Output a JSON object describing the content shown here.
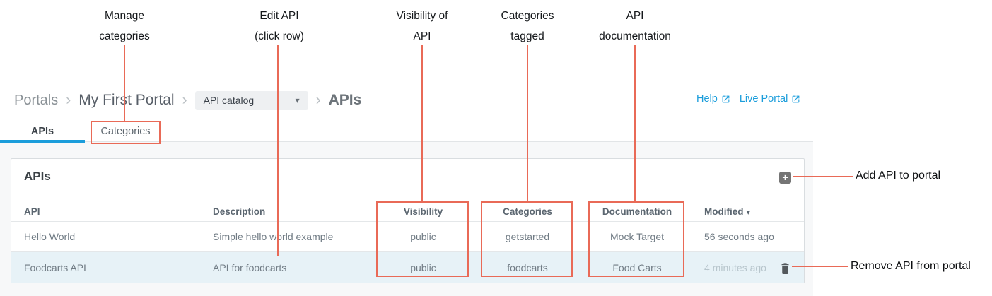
{
  "annotations": {
    "top_labels": [
      {
        "line1": "Manage",
        "line2": "categories"
      },
      {
        "line1": "Edit API",
        "line2": "(click row)"
      },
      {
        "line1": "Visibility of",
        "line2": "API"
      },
      {
        "line1": "Categories",
        "line2": "tagged"
      },
      {
        "line1": "API",
        "line2": "documentation"
      }
    ],
    "add_label": "Add API to portal",
    "remove_label": "Remove API from portal"
  },
  "breadcrumb": {
    "root": "Portals",
    "portal_name": "My First Portal",
    "dropdown_value": "API catalog",
    "current": "APIs"
  },
  "top_links": {
    "help": "Help",
    "live_portal": "Live Portal"
  },
  "tabs": [
    {
      "label": "APIs",
      "active": true
    },
    {
      "label": "Categories",
      "active": false
    }
  ],
  "panel": {
    "title": "APIs",
    "table": {
      "columns": [
        "API",
        "Description",
        "Visibility",
        "Categories",
        "Documentation",
        "Modified"
      ],
      "rows": [
        {
          "api": "Hello World",
          "description": "Simple hello world example",
          "visibility": "public",
          "categories": "getstarted",
          "documentation": "Mock Target",
          "modified": "56 seconds ago",
          "highlighted": false
        },
        {
          "api": "Foodcarts API",
          "description": "API for foodcarts",
          "visibility": "public",
          "categories": "foodcarts",
          "documentation": "Food Carts",
          "modified": "4 minutes ago",
          "highlighted": true
        }
      ]
    }
  },
  "icons": {
    "add": "plus-icon",
    "remove": "trash-icon",
    "external": "external-link-icon",
    "sort": "caret-down-icon",
    "dropdown": "caret-down-icon",
    "breadcrumb_separator": "chevron-right-icon"
  },
  "colors": {
    "annotation_red": "#e96a57",
    "link_blue": "#1b9ddb",
    "tab_active_blue": "#1b9ddb",
    "row_highlight": "#e7f2f7",
    "add_button_gray": "#757575",
    "content_background": "#f7f8f9"
  }
}
